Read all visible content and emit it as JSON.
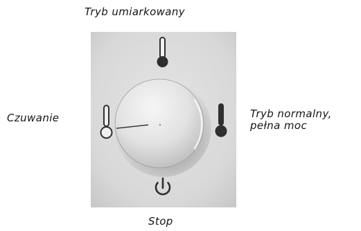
{
  "labels": {
    "top": "Tryb umiarkowany",
    "left": "Czuwanie",
    "right_line1": "Tryb normalny,",
    "right_line2": "pełna moc",
    "bottom": "Stop"
  },
  "dial": {
    "indicator_position": "Czuwanie",
    "panel_color": "#dcdcdc",
    "knob_color": "#e6e6e6",
    "symbol_color": "#2f2f2f"
  },
  "icons": {
    "top": "thermometer-half-icon",
    "left": "thermometer-empty-icon",
    "right": "thermometer-full-icon",
    "bottom": "power-icon"
  }
}
